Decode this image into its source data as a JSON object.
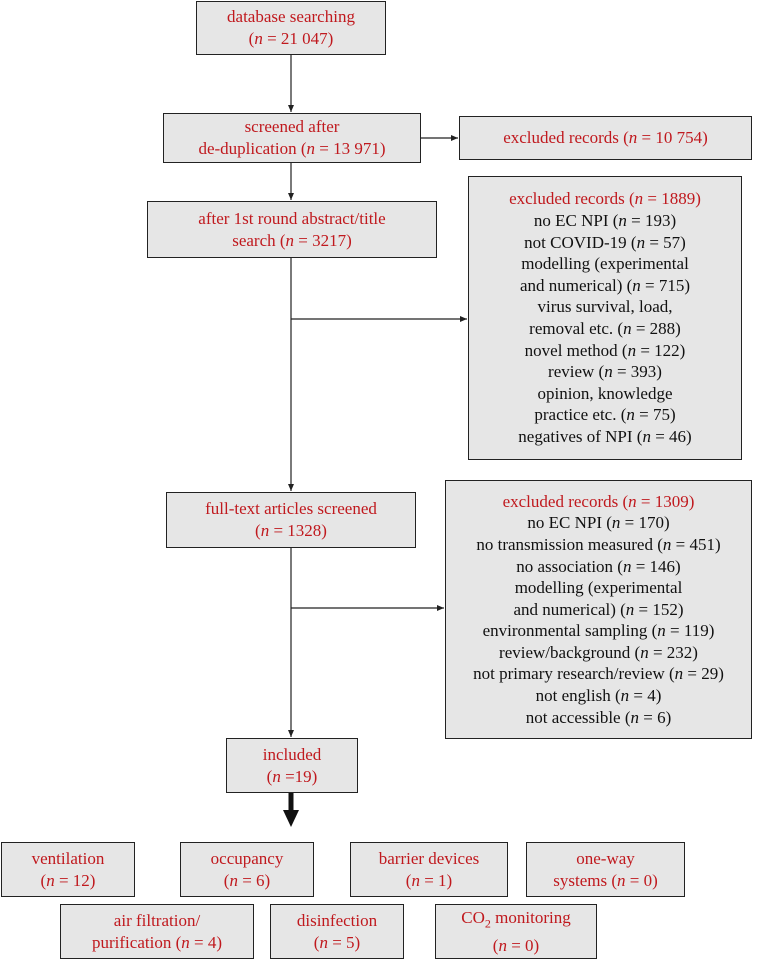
{
  "colors": {
    "title_red": "#c0191e",
    "box_fill": "#e6e6e6",
    "line": "#222222"
  },
  "search": {
    "line1": "database searching",
    "line2_n": "n",
    "line2_rest": " = 21 047)"
  },
  "screened": {
    "line1": "screened after",
    "line2_pre": "de-duplication (",
    "line2_n": "n",
    "line2_rest": " = 13 971)"
  },
  "excl1": {
    "pre": "excluded records (",
    "n": "n",
    "rest": " = 10 754)"
  },
  "round1": {
    "line1": "after 1st round abstract/title",
    "line2_pre": "search (",
    "line2_n": "n",
    "line2_rest": " = 3217)"
  },
  "excl2": {
    "title_pre": "excluded records (",
    "title_n": "n",
    "title_rest": " = 1889)",
    "lines": [
      {
        "pre": "no EC NPI (",
        "n": "n",
        "rest": " = 193)"
      },
      {
        "pre": "not COVID-19 (",
        "n": "n",
        "rest": " = 57)"
      },
      {
        "pre": "modelling (experimental",
        "n": "",
        "rest": ""
      },
      {
        "pre": "and numerical) (",
        "n": "n",
        "rest": " = 715)"
      },
      {
        "pre": "virus survival, load,",
        "n": "",
        "rest": ""
      },
      {
        "pre": "removal etc. (",
        "n": "n",
        "rest": " = 288)"
      },
      {
        "pre": "novel method (",
        "n": "n",
        "rest": " = 122)"
      },
      {
        "pre": "review (",
        "n": "n",
        "rest": " = 393)"
      },
      {
        "pre": "opinion, knowledge",
        "n": "",
        "rest": ""
      },
      {
        "pre": "practice etc. (",
        "n": "n",
        "rest": " = 75)"
      },
      {
        "pre": "negatives of NPI (",
        "n": "n",
        "rest": " = 46)"
      }
    ]
  },
  "fulltext": {
    "line1": "full-text articles screened",
    "line2_n": "n",
    "line2_rest": " = 1328)"
  },
  "excl3": {
    "title_pre": "excluded records (",
    "title_n": "n",
    "title_rest": " = 1309)",
    "lines": [
      {
        "pre": "no EC NPI (",
        "n": "n",
        "rest": " = 170)"
      },
      {
        "pre": "no transmission measured (",
        "n": "n",
        "rest": " = 451)"
      },
      {
        "pre": "no association (",
        "n": "n",
        "rest": " = 146)"
      },
      {
        "pre": "modelling (experimental",
        "n": "",
        "rest": ""
      },
      {
        "pre": "and numerical) (",
        "n": "n",
        "rest": " = 152)"
      },
      {
        "pre": "environmental sampling (",
        "n": "n",
        "rest": " = 119)"
      },
      {
        "pre": "review/background (",
        "n": "n",
        "rest": " = 232)"
      },
      {
        "pre": "not primary research/review (",
        "n": "n",
        "rest": " = 29)"
      },
      {
        "pre": "not english (",
        "n": "n",
        "rest": " = 4)"
      },
      {
        "pre": "not accessible (",
        "n": "n",
        "rest": " = 6)"
      }
    ]
  },
  "included": {
    "line1": "included",
    "line2_n": "n",
    "line2_rest": " =19)"
  },
  "categories": {
    "ventilation": {
      "line1": "ventilation",
      "line2_n": "n",
      "line2_rest": " = 12)"
    },
    "occupancy": {
      "line1": "occupancy",
      "line2_n": "n",
      "line2_rest": " = 6)"
    },
    "barrier": {
      "line1": "barrier devices",
      "line2_n": "n",
      "line2_rest": " = 1)"
    },
    "oneway": {
      "line1": "one-way",
      "line2_pre": "systems (",
      "line2_n": "n",
      "line2_rest": " = 0)"
    },
    "filtration": {
      "line1": "air filtration/",
      "line2_pre": "purification (",
      "line2_n": "n",
      "line2_rest": " = 4)"
    },
    "disinfection": {
      "line1": "disinfection",
      "line2_n": "n",
      "line2_rest": " = 5)"
    },
    "co2": {
      "line1_pre": "CO",
      "line1_sub": "2",
      "line1_rest": " monitoring",
      "line2_n": "n",
      "line2_rest": " = 0)"
    }
  }
}
